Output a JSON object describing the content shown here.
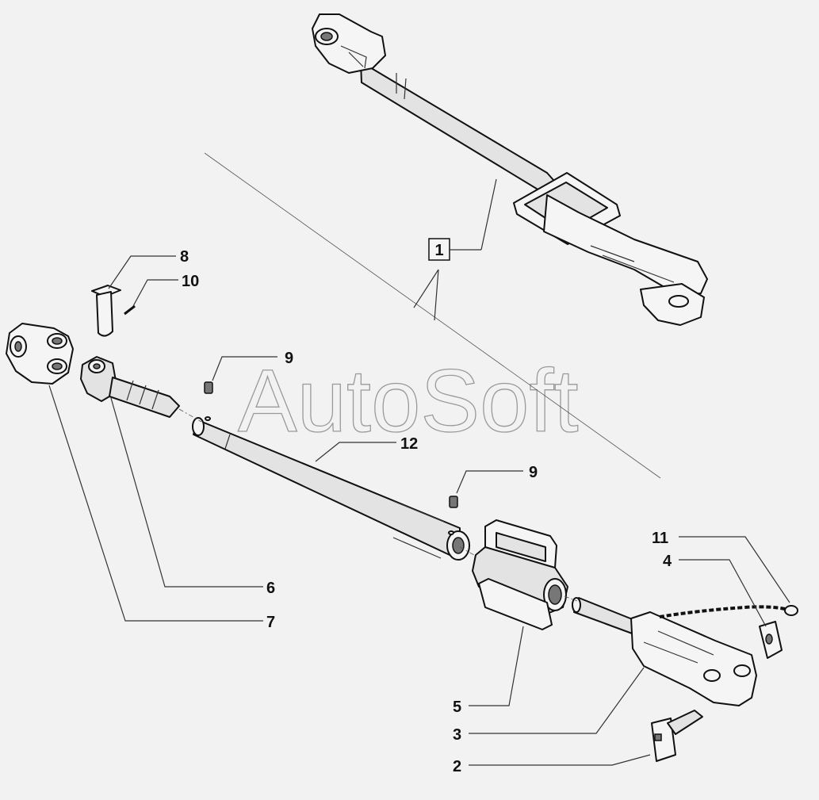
{
  "watermark": "AutoSoft",
  "callouts": {
    "c1": "1",
    "c2": "2",
    "c3": "3",
    "c4": "4",
    "c5": "5",
    "c6": "6",
    "c7": "7",
    "c8": "8",
    "c9a": "9",
    "c9b": "9",
    "c10": "10",
    "c11": "11",
    "c12": "12"
  }
}
